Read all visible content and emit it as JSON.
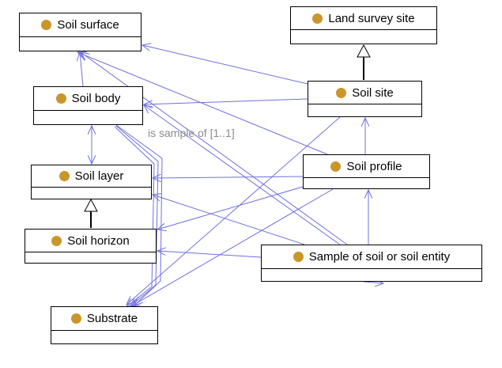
{
  "diagram": {
    "classes": [
      {
        "id": "soil_surface",
        "name": "Soil surface"
      },
      {
        "id": "soil_body",
        "name": "Soil body"
      },
      {
        "id": "soil_layer",
        "name": "Soil layer"
      },
      {
        "id": "soil_horizon",
        "name": "Soil horizon"
      },
      {
        "id": "substrate",
        "name": "Substrate"
      },
      {
        "id": "land_survey_site",
        "name": "Land survey site"
      },
      {
        "id": "soil_site",
        "name": "Soil site"
      },
      {
        "id": "soil_profile",
        "name": "Soil profile"
      },
      {
        "id": "sample",
        "name": "Sample of soil or soil entity"
      }
    ],
    "note": "is sample of [1..1]",
    "colors": {
      "association": "#6f6fe0",
      "generalization": "#000000",
      "class_icon": "#c8962a",
      "note_text": "#8c8c8c"
    }
  }
}
